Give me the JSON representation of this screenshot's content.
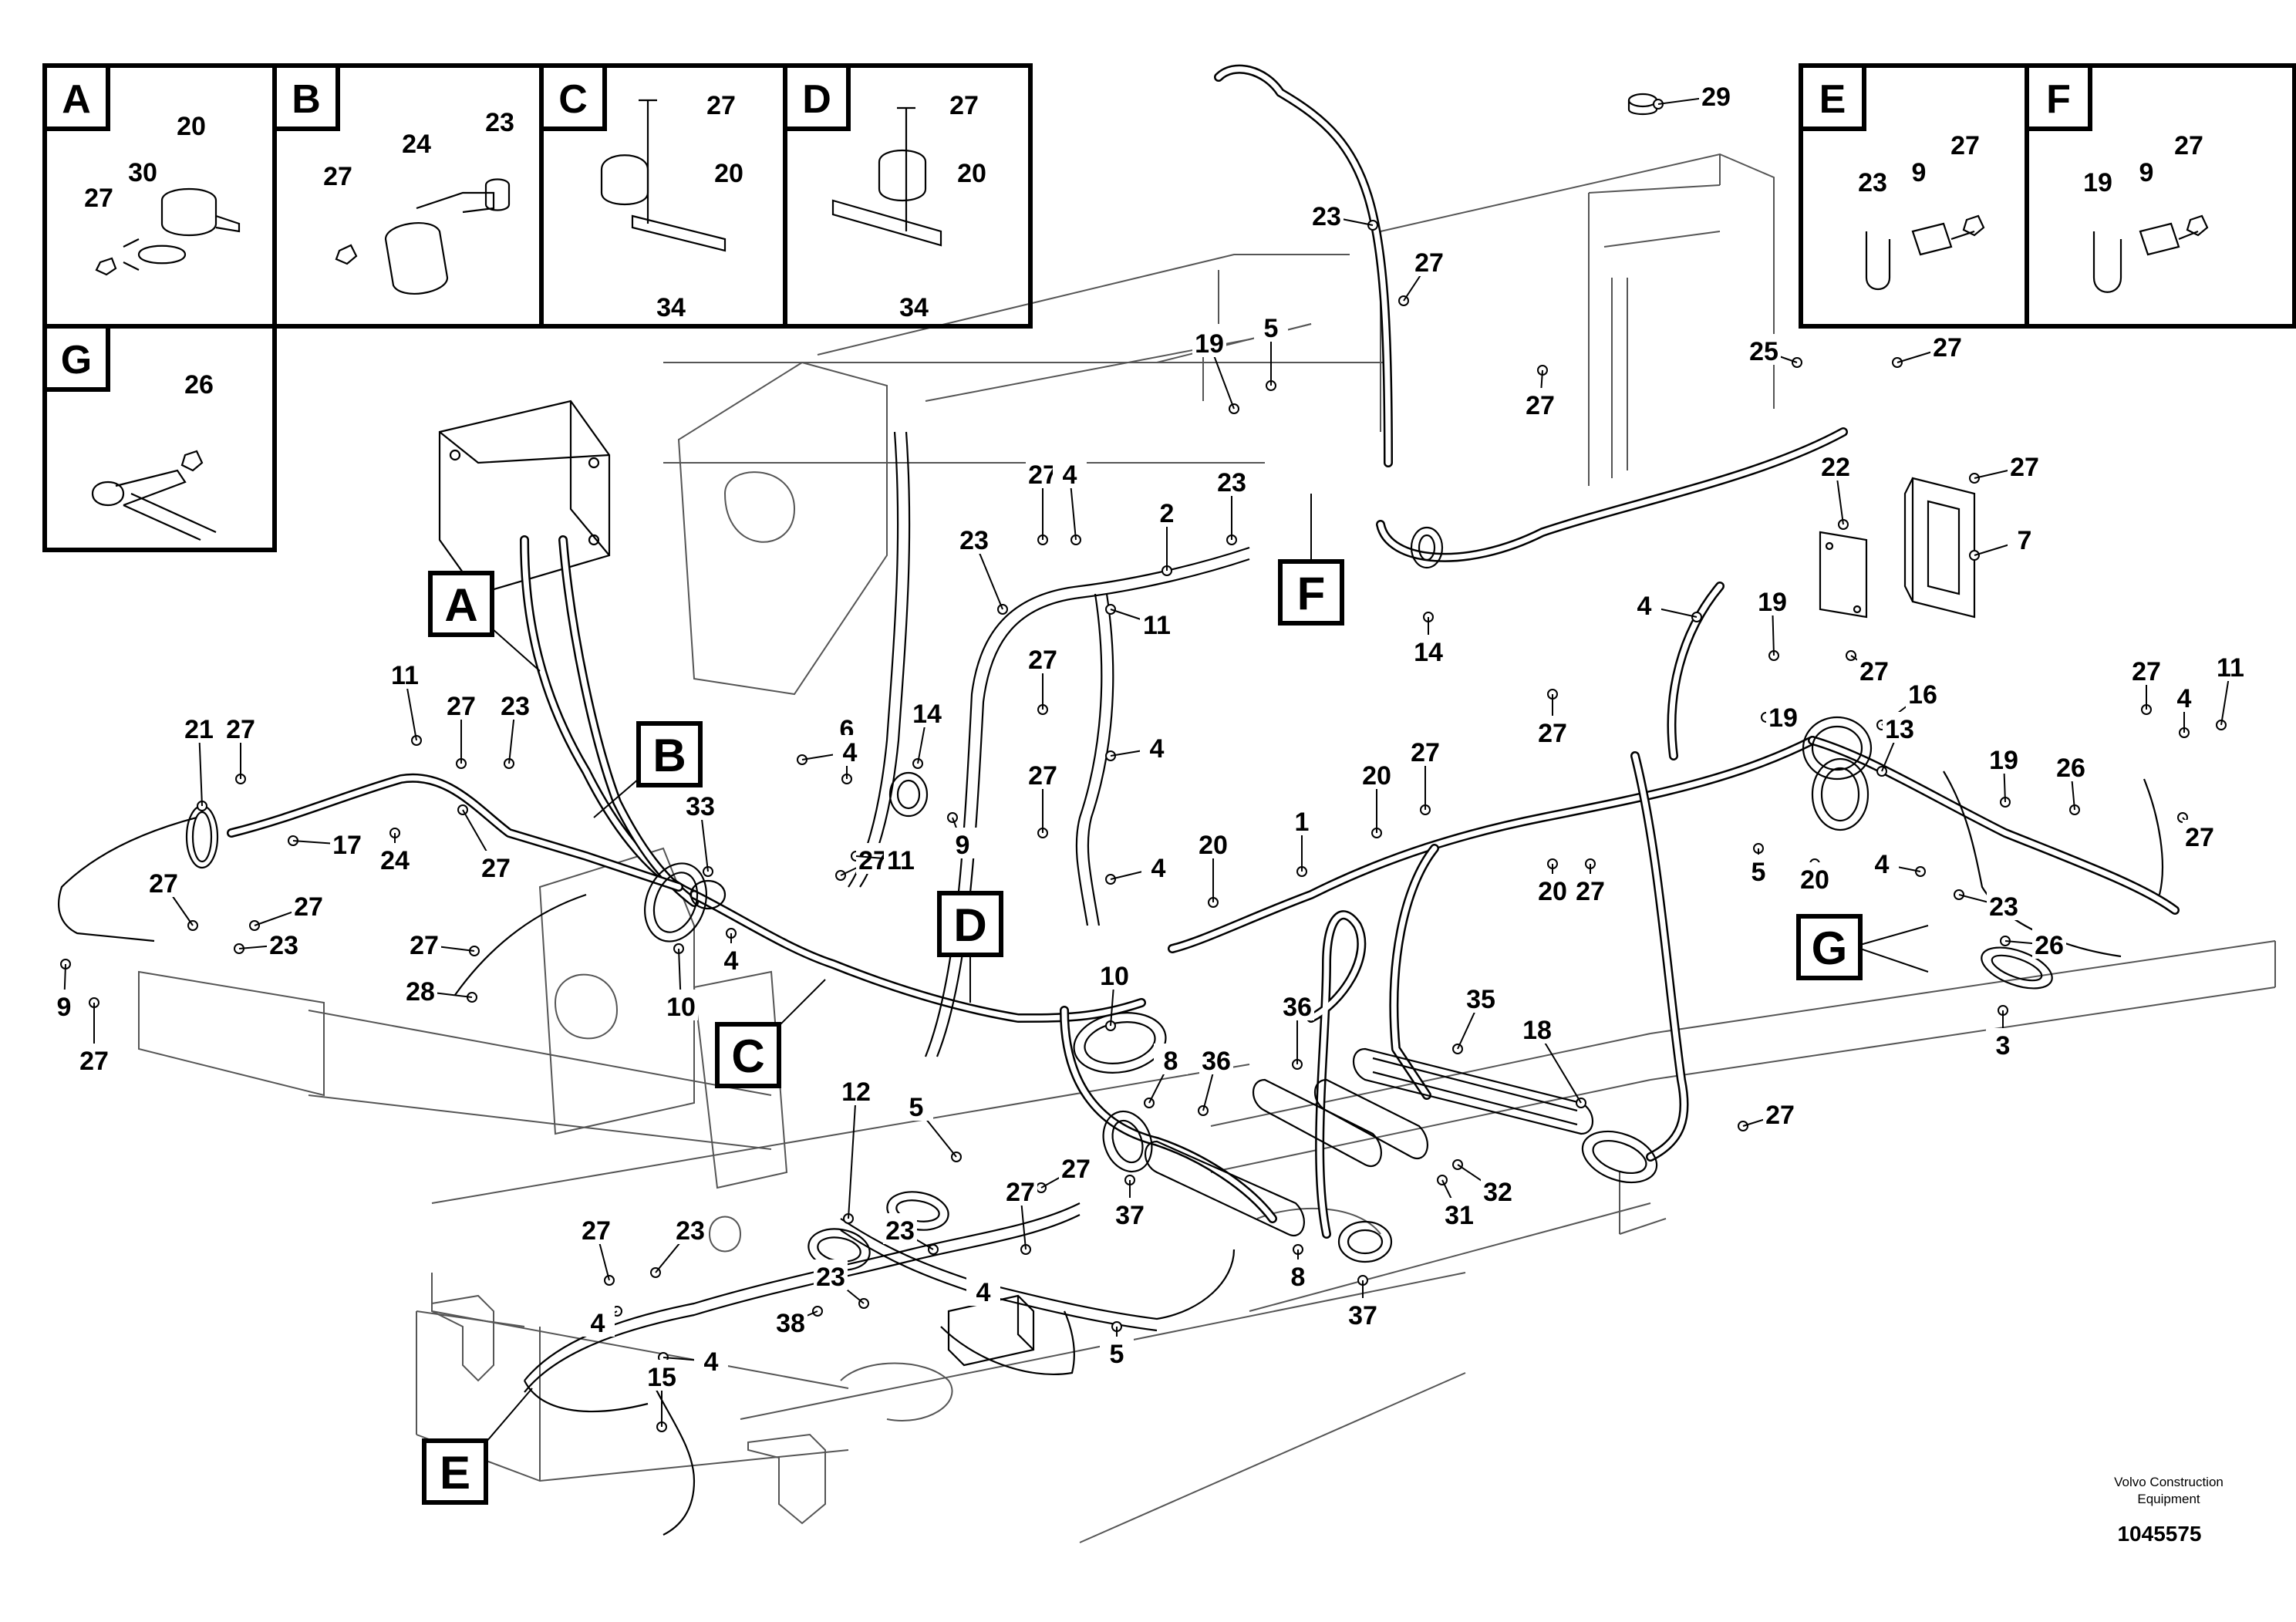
{
  "insets": [
    {
      "letter": "A",
      "labels": [
        "20",
        "30",
        "27"
      ]
    },
    {
      "letter": "B",
      "labels": [
        "24",
        "23",
        "27"
      ]
    },
    {
      "letter": "C",
      "labels": [
        "27",
        "20",
        "34"
      ]
    },
    {
      "letter": "D",
      "labels": [
        "27",
        "20",
        "34"
      ]
    },
    {
      "letter": "G",
      "labels": [
        "26"
      ]
    },
    {
      "letter": "E",
      "labels": [
        "27",
        "23",
        "9"
      ]
    },
    {
      "letter": "F",
      "labels": [
        "27",
        "19",
        "9"
      ]
    }
  ],
  "detail_frames": [
    "A",
    "B",
    "C",
    "D",
    "E",
    "F",
    "G"
  ],
  "callouts": [
    "27",
    "28",
    "10",
    "4",
    "33",
    "27",
    "11",
    "6",
    "14",
    "9",
    "23",
    "2",
    "23",
    "27",
    "4",
    "11",
    "4",
    "27",
    "4",
    "27",
    "4",
    "19",
    "5",
    "23",
    "27",
    "27",
    "29",
    "25",
    "27",
    "22",
    "27",
    "7",
    "14",
    "4",
    "19",
    "27",
    "27",
    "19",
    "16",
    "13",
    "27",
    "4",
    "11",
    "27",
    "19",
    "26",
    "5",
    "20",
    "23",
    "26",
    "3",
    "4",
    "1",
    "20",
    "27",
    "20",
    "27",
    "20",
    "35",
    "18",
    "27",
    "32",
    "31",
    "36",
    "36",
    "8",
    "10",
    "37",
    "8",
    "37",
    "12",
    "5",
    "27",
    "23",
    "27",
    "23",
    "27",
    "23",
    "4",
    "38",
    "4",
    "4",
    "15",
    "5",
    "21",
    "27",
    "17",
    "24",
    "27",
    "27",
    "23",
    "11",
    "27",
    "23",
    "27",
    "9",
    "27"
  ],
  "brand": {
    "line1": "Volvo Construction",
    "line2": "Equipment"
  },
  "document_number": "1045575"
}
